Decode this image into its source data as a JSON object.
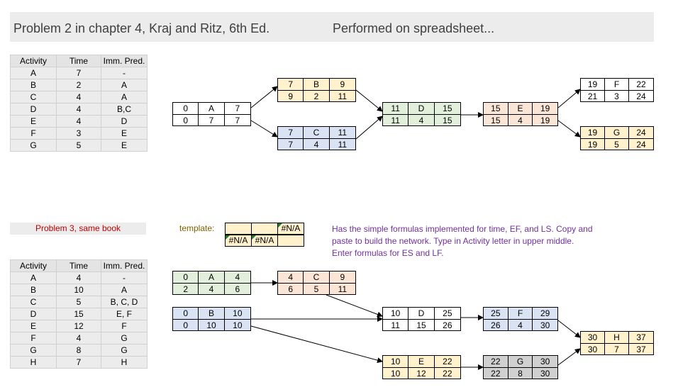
{
  "header": {
    "title": "Problem 2 in chapter 4, Kraj and Ritz, 6th Ed.",
    "note": "Performed on spreadsheet..."
  },
  "table_headers": {
    "activity": "Activity",
    "time": "Time",
    "pred": "Imm. Pred."
  },
  "problem2": {
    "rows": [
      {
        "activity": "A",
        "time": "7",
        "pred": "-"
      },
      {
        "activity": "B",
        "time": "2",
        "pred": "A"
      },
      {
        "activity": "C",
        "time": "4",
        "pred": "A"
      },
      {
        "activity": "D",
        "time": "4",
        "pred": "B,C"
      },
      {
        "activity": "E",
        "time": "4",
        "pred": "D"
      },
      {
        "activity": "F",
        "time": "3",
        "pred": "E"
      },
      {
        "activity": "G",
        "time": "5",
        "pred": "E"
      }
    ],
    "nodes": [
      {
        "name": "A",
        "color": "#ffffff",
        "es": "0",
        "ef": "7",
        "ls": "0",
        "dur": "7",
        "lf": "7"
      },
      {
        "name": "B",
        "color": "#fff2cc",
        "es": "7",
        "ef": "9",
        "ls": "9",
        "dur": "2",
        "lf": "11"
      },
      {
        "name": "C",
        "color": "#dae3f3",
        "es": "7",
        "ef": "11",
        "ls": "7",
        "dur": "4",
        "lf": "11"
      },
      {
        "name": "D",
        "color": "#e2efda",
        "es": "11",
        "ef": "15",
        "ls": "11",
        "dur": "4",
        "lf": "15"
      },
      {
        "name": "E",
        "color": "#fbe5d6",
        "es": "15",
        "ef": "19",
        "ls": "15",
        "dur": "4",
        "lf": "19"
      },
      {
        "name": "F",
        "color": "#ffffff",
        "es": "19",
        "ef": "22",
        "ls": "21",
        "dur": "3",
        "lf": "24"
      },
      {
        "name": "G",
        "color": "#fff2cc",
        "es": "19",
        "ef": "24",
        "ls": "19",
        "dur": "5",
        "lf": "24"
      }
    ]
  },
  "problem3": {
    "banner": "Problem 3, same book",
    "rows": [
      {
        "activity": "A",
        "time": "4",
        "pred": "-"
      },
      {
        "activity": "B",
        "time": "10",
        "pred": "A"
      },
      {
        "activity": "C",
        "time": "5",
        "pred": "B, C, D"
      },
      {
        "activity": "D",
        "time": "15",
        "pred": "E, F"
      },
      {
        "activity": "E",
        "time": "12",
        "pred": "F"
      },
      {
        "activity": "F",
        "time": "4",
        "pred": "G"
      },
      {
        "activity": "G",
        "time": "8",
        "pred": "G"
      },
      {
        "activity": "H",
        "time": "7",
        "pred": "H"
      }
    ],
    "nodes": [
      {
        "name": "A",
        "color": "#e2efda",
        "es": "0",
        "ef": "4",
        "ls": "2",
        "dur": "4",
        "lf": "6"
      },
      {
        "name": "C",
        "color": "#fbe5d6",
        "es": "4",
        "ef": "9",
        "ls": "6",
        "dur": "5",
        "lf": "11"
      },
      {
        "name": "B",
        "color": "#dae3f3",
        "es": "0",
        "ef": "10",
        "ls": "0",
        "dur": "10",
        "lf": "10"
      },
      {
        "name": "D",
        "color": "#ffffff",
        "es": "10",
        "ef": "25",
        "ls": "11",
        "dur": "15",
        "lf": "26"
      },
      {
        "name": "F",
        "color": "#dae3f3",
        "es": "25",
        "ef": "29",
        "ls": "26",
        "dur": "4",
        "lf": "30"
      },
      {
        "name": "H",
        "color": "#fff2cc",
        "es": "30",
        "ef": "37",
        "ls": "30",
        "dur": "7",
        "lf": "37"
      },
      {
        "name": "E",
        "color": "#fff2cc",
        "es": "10",
        "ef": "22",
        "ls": "10",
        "dur": "12",
        "lf": "22"
      },
      {
        "name": "G",
        "color": "#d0d0d0",
        "es": "22",
        "ef": "30",
        "ls": "22",
        "dur": "8",
        "lf": "30"
      }
    ]
  },
  "template": {
    "label": "template:",
    "error": "#N/A"
  },
  "notes": "Has the simple formulas implemented for time, EF, and LS. Copy and paste to build the network. Type in Activity letter in upper middle. Enter formulas for ES and LF."
}
